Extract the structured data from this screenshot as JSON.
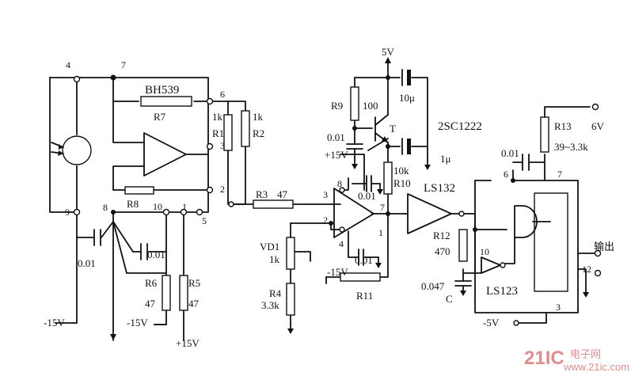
{
  "components": {
    "opamp1": "BH539",
    "transistor": "2SC1222",
    "transistor_mark": "T",
    "buffer": "LS132",
    "gate": "LS123",
    "R1": "R1",
    "R1_val": "1k",
    "R2": "R2",
    "R2_val": "1k",
    "R3": "R3",
    "R3_val": "47",
    "R4": "R4",
    "R4_val": "3.3k",
    "R5": "R5",
    "R5_val": "47",
    "R6": "R6",
    "R6_val": "47",
    "R7": "R7",
    "R8": "R8",
    "R9": "R9",
    "R9_val": "100",
    "R10": "R10",
    "R10_val": "10k",
    "R11": "R11",
    "R12": "R12",
    "R12_val": "470",
    "R13": "R13",
    "R13_val": "39~3.3k",
    "VD1": "VD1",
    "VD1_val": "1k",
    "C": "C",
    "cap_001": "0.01",
    "cap_001b": "0.01",
    "cap_10u": "10μ",
    "cap_1u": "1μ",
    "cap_0047": "0.047"
  },
  "supplies": {
    "v5": "5V",
    "v6": "6V",
    "neg15": "-15V",
    "pos15": "+15V",
    "neg5": "-5V"
  },
  "pins": {
    "p1": "1",
    "p2": "2",
    "p3": "3",
    "p4": "4",
    "p5": "5",
    "p6": "6",
    "p7": "7",
    "p8": "8",
    "p9": "9",
    "p10": "10",
    "p12": "12"
  },
  "output_label": "输出",
  "watermark": {
    "brand": "21IC",
    "site": "电子网",
    "url": "www.21ic.com"
  }
}
